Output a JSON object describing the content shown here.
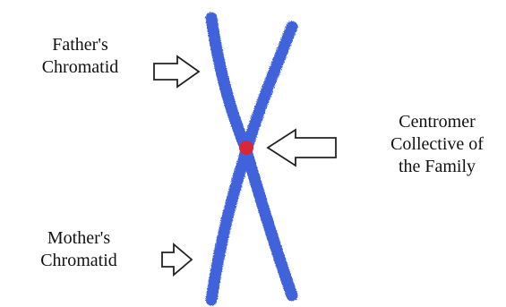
{
  "labels": {
    "father": [
      "Father's",
      "Chromatid"
    ],
    "mother": [
      "Mother's",
      "Chromatid"
    ],
    "centromere": [
      "Centromer",
      "Collective of",
      "the Family"
    ]
  },
  "colors": {
    "chromatid": "#3f63dc",
    "centromere": "#d8263a",
    "arrow_stroke": "#222222",
    "text": "#111111"
  }
}
